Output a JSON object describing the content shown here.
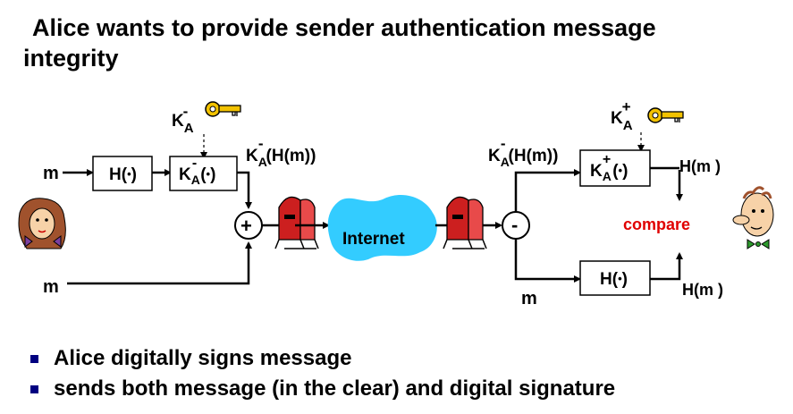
{
  "title": {
    "line1": "Alice wants to provide sender authentication message",
    "line2": "integrity"
  },
  "diagram": {
    "key_label_sign": "K",
    "key_sub": "A",
    "key_sup_minus": "-",
    "key_sup_plus": "+",
    "hash_box": "H(",
    "sign_box_base": "K",
    "box_arg": ")",
    "signed_hash_label": "(H(m))",
    "m": "m",
    "plus_op": "+",
    "minus_op": "-",
    "internet": "Internet",
    "hm_top": "H(m )",
    "hm_bottom": "H(m )",
    "compare": "compare",
    "compare_color": "#e00000",
    "internet_color": "#33ccff"
  },
  "bullets": [
    "Alice digitally signs message",
    "sends both message (in the clear) and digital signature"
  ]
}
